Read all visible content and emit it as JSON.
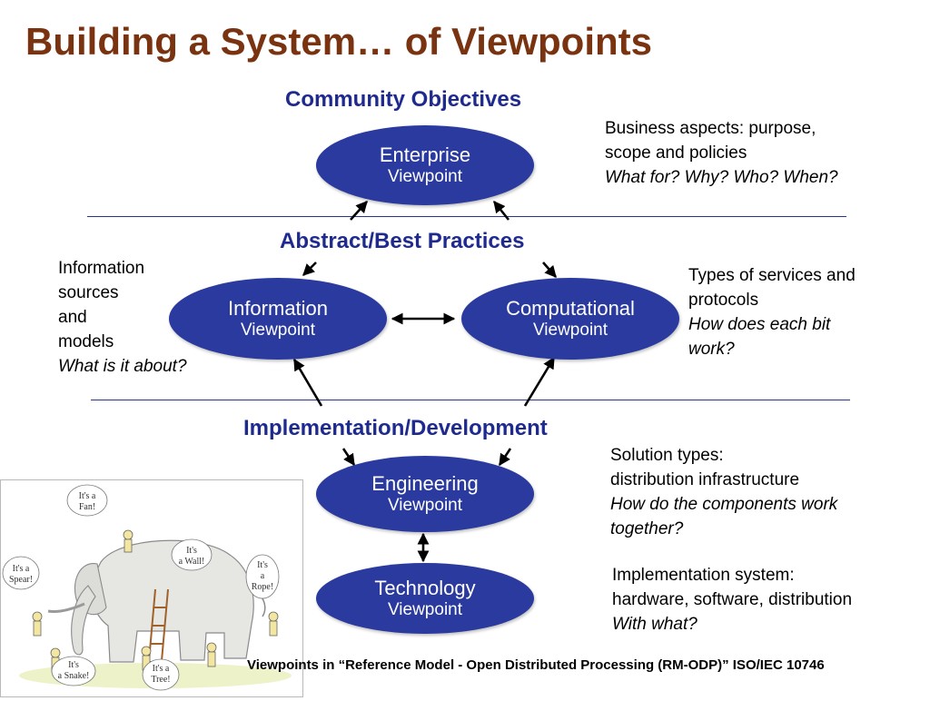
{
  "title": "Building a System… of Viewpoints",
  "sections": {
    "community": "Community Objectives",
    "abstract": "Abstract/Best Practices",
    "implementation": "Implementation/Development"
  },
  "viewpoints": {
    "enterprise": {
      "name": "Enterprise",
      "sub": "Viewpoint"
    },
    "information": {
      "name": "Information",
      "sub": "Viewpoint"
    },
    "computational": {
      "name": "Computational",
      "sub": "Viewpoint"
    },
    "engineering": {
      "name": "Engineering",
      "sub": "Viewpoint"
    },
    "technology": {
      "name": "Technology",
      "sub": "Viewpoint"
    }
  },
  "notes": {
    "enterprise": {
      "lines": [
        "Business aspects: purpose,",
        "scope and policies"
      ],
      "question": "What for? Why? Who? When?"
    },
    "information": {
      "lines": [
        "Information",
        "sources",
        "and",
        "models"
      ],
      "question": "What is it about?"
    },
    "computational": {
      "lines": [
        "Types of services and",
        "protocols"
      ],
      "question_lines": [
        "How does each bit",
        "work?"
      ]
    },
    "engineering": {
      "lines": [
        "Solution types:",
        "distribution infrastructure"
      ],
      "question_lines": [
        "How do the components work",
        "together?"
      ]
    },
    "technology": {
      "lines": [
        "Implementation system:",
        "hardware, software, distribution"
      ],
      "question": "With what?"
    }
  },
  "cartoon": {
    "bubbles": [
      "It's a",
      "Fan!",
      "It's",
      "a Wall!",
      "It's a",
      "Spear!",
      "It's",
      "a",
      "Rope!",
      "It's",
      "a Snake!",
      "It's a",
      "Tree!"
    ]
  },
  "footer": "Viewpoints in “Reference Model - Open Distributed Processing (RM-ODP)” ISO/IEC 10746",
  "colors": {
    "title": "#7a3310",
    "section": "#1f2a8f",
    "ellipse": "#2a3a9e",
    "rule": "#2a3490"
  }
}
